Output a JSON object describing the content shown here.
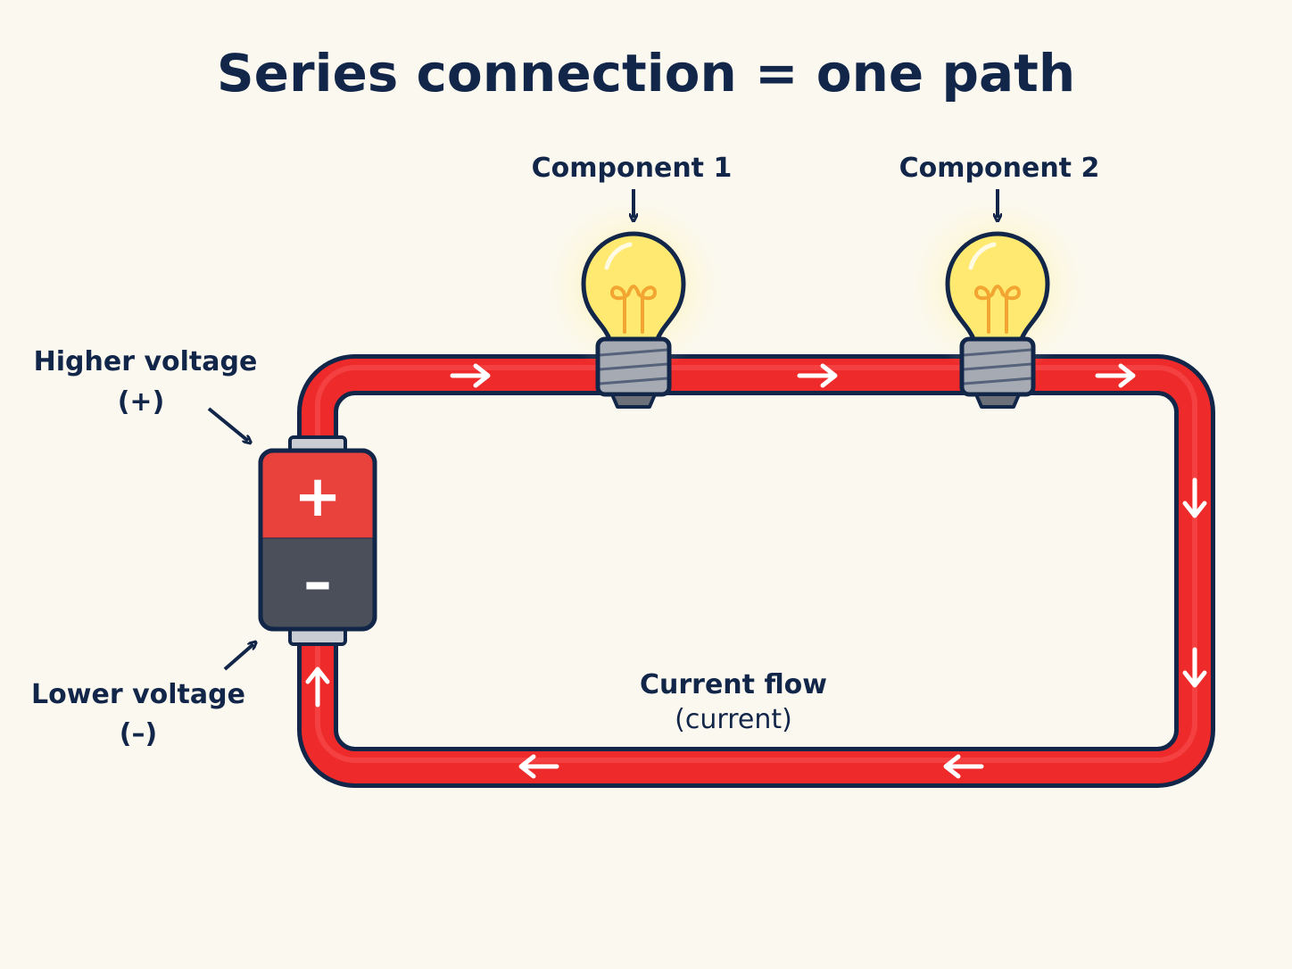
{
  "title": "Series connection = one path",
  "components": [
    {
      "label": "Component 1"
    },
    {
      "label": "Component 2"
    }
  ],
  "battery": {
    "higher_label": "Higher voltage",
    "higher_sign": "(+)",
    "lower_label": "Lower voltage",
    "lower_sign": "(–)",
    "plus_symbol": "+",
    "minus_symbol": "–"
  },
  "current": {
    "label": "Current flow",
    "sublabel": "(current)"
  },
  "colors": {
    "background": "#FBF9EF",
    "wire": "#EE2A2A",
    "outline": "#12264A",
    "bulb_glass": "#FFE970",
    "filament": "#F2A531",
    "battery_positive": "#E9423C",
    "battery_negative": "#4B4F59"
  },
  "icons": [
    "battery-icon",
    "light-bulb-icon",
    "arrow-icon"
  ]
}
